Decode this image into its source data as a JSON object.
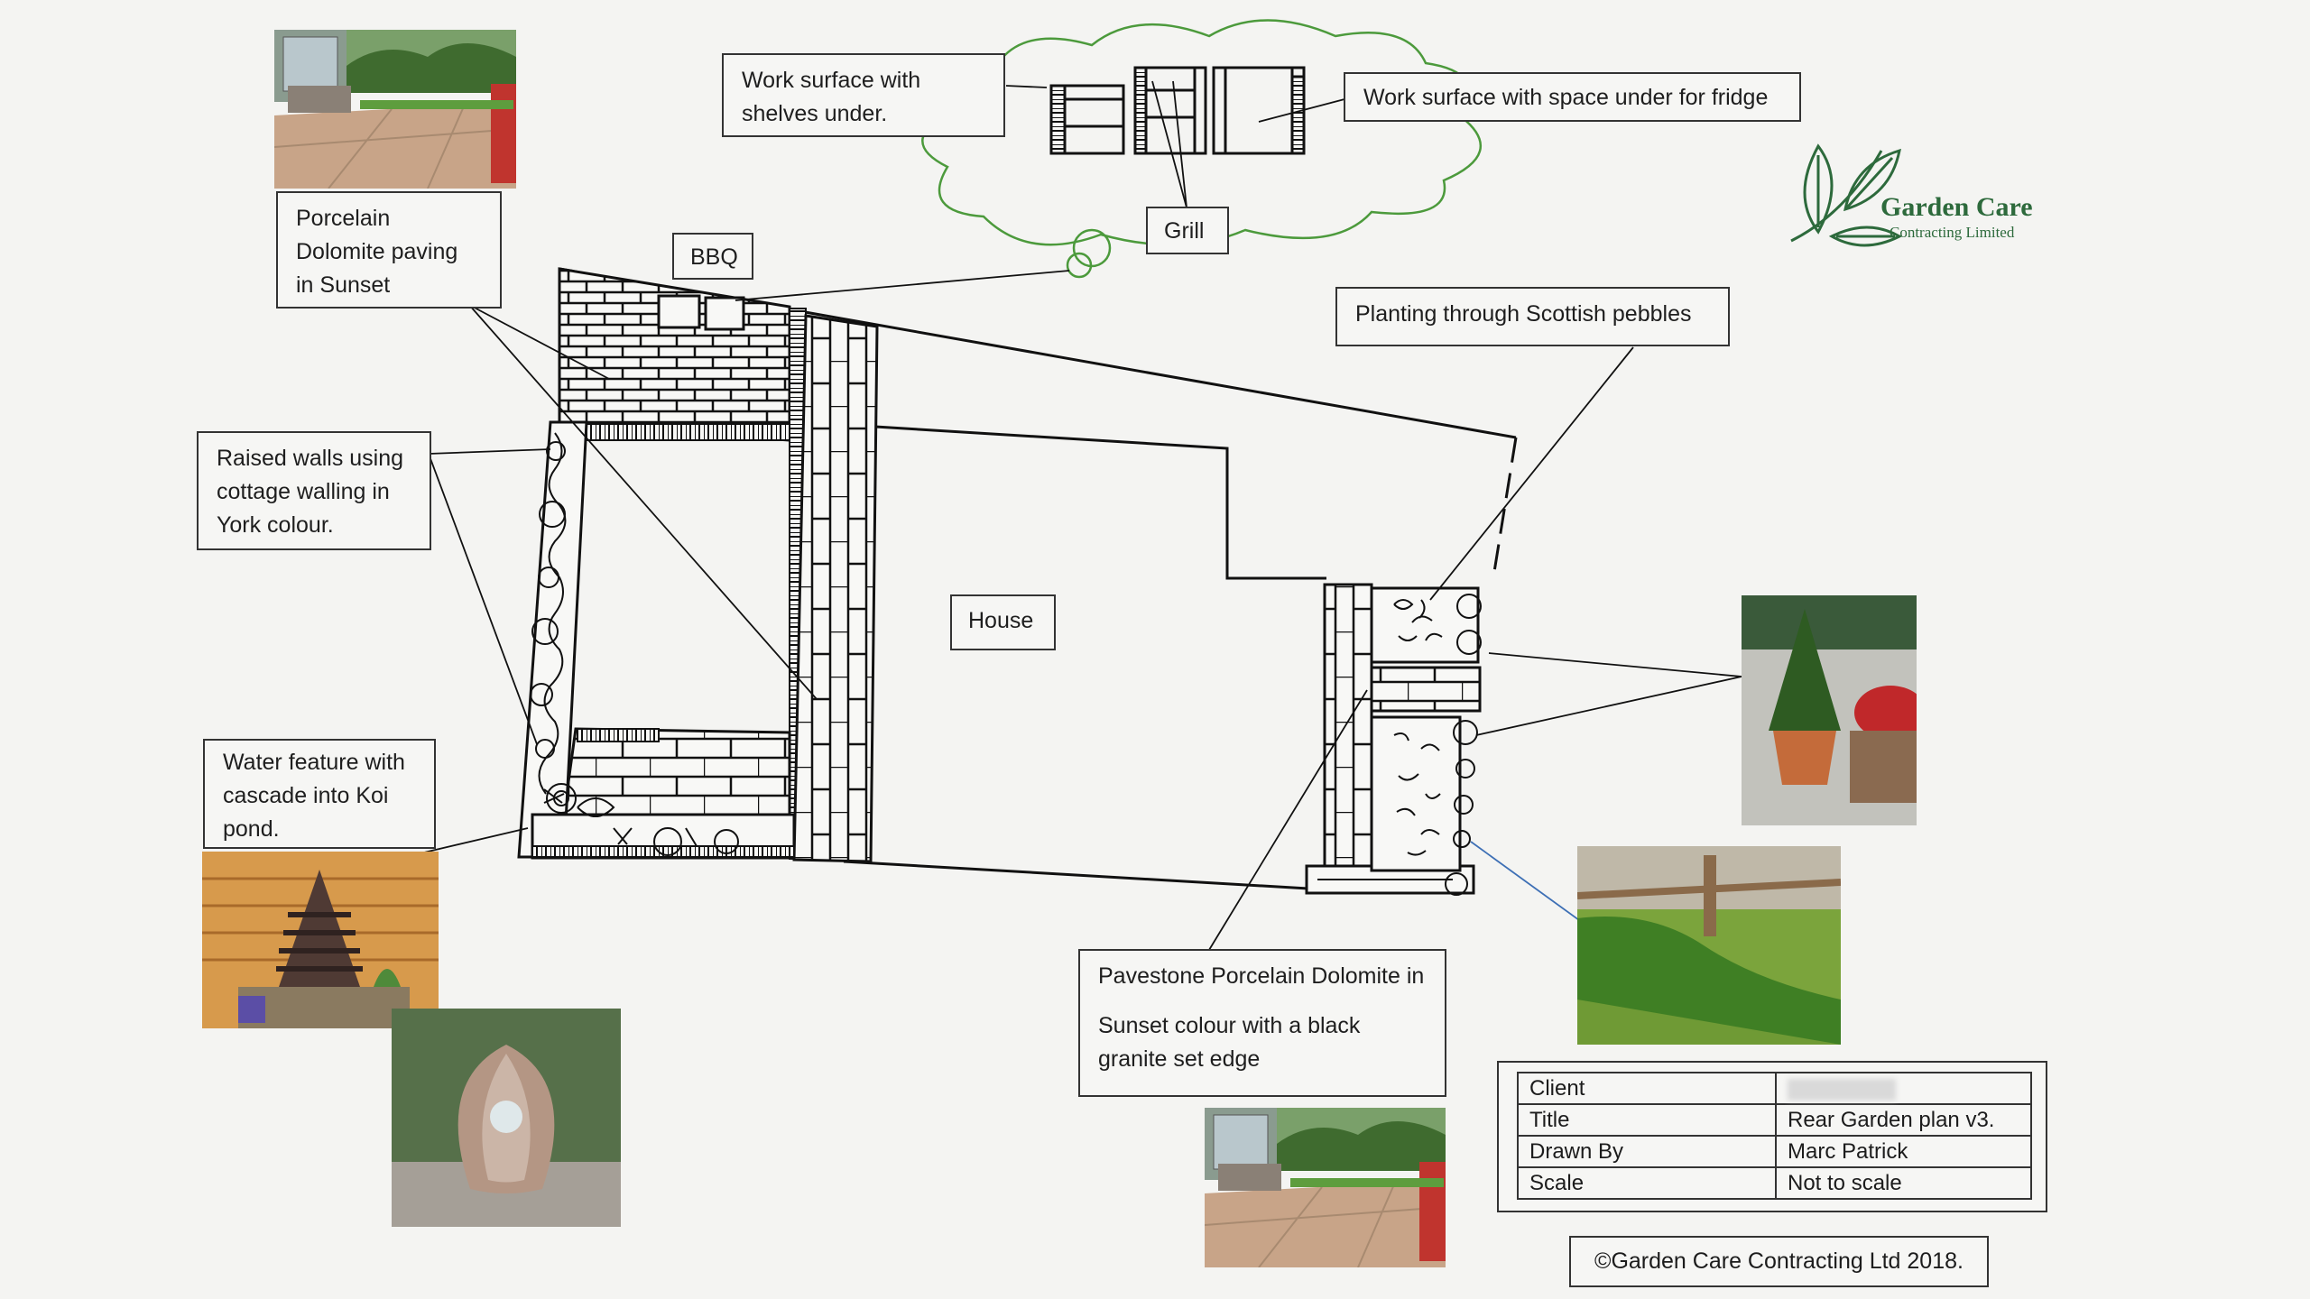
{
  "labels": {
    "work_surface_shelves": [
      "Work surface with",
      "shelves under."
    ],
    "work_surface_fridge": "Work surface with space under for fridge",
    "grill": "Grill",
    "bbq": "BBQ",
    "porcelain_paving": [
      "Porcelain",
      "Dolomite paving",
      "in Sunset"
    ],
    "raised_walls": [
      "Raised walls using",
      "cottage walling in",
      "York colour."
    ],
    "water_feature": [
      "Water feature with",
      "cascade into Koi",
      "pond."
    ],
    "house": "House",
    "planting_pebbles": "Planting through Scottish pebbles",
    "pavestone": [
      "Pavestone Porcelain Dolomite in",
      "Sunset colour with a black",
      "granite set edge"
    ]
  },
  "logo": {
    "name": "Garden Care",
    "subtitle": "Contracting Limited"
  },
  "title_block": {
    "rows": [
      {
        "key": "Client",
        "value": ""
      },
      {
        "key": "Title",
        "value": "Rear Garden plan v3."
      },
      {
        "key": "Drawn By",
        "value": "Marc Patrick"
      },
      {
        "key": "Scale",
        "value": "Not to scale"
      }
    ]
  },
  "copyright": "©Garden Care Contracting Ltd 2018.",
  "colors": {
    "logo_green": "#2d6a3c",
    "cloud_green": "#4c9a3c",
    "ink": "#1e1e1e"
  }
}
